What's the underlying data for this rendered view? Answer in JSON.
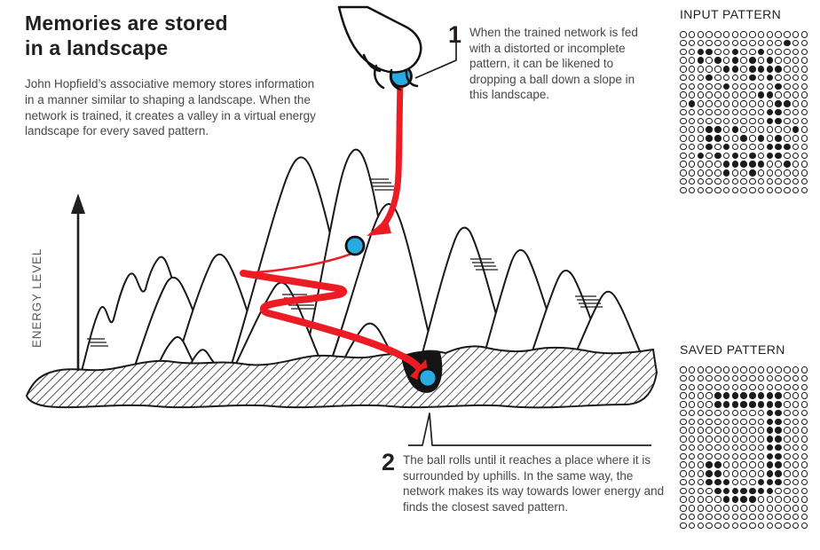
{
  "title": "Memories are stored\nin a landscape",
  "intro": "John Hopfield’s associative memory stores information in a manner similar to shaping a landscape. When the network is trained, it creates a valley in a virtual energy landscape for every saved pattern.",
  "axis": {
    "label": "ENERGY LEVEL"
  },
  "annotations": [
    {
      "number": "1",
      "text": "When the trained network is fed with a distorted or incomplete pattern, it can be likened to dropping a ball down a slope in this landscape."
    },
    {
      "number": "2",
      "text": "The ball rolls until it reaches a place where it is surrounded by uphills. In the same way, the network makes its way towards lower energy and finds the closest saved pattern."
    }
  ],
  "patterns": {
    "input": {
      "title": "INPUT PATTERN",
      "cols": 15,
      "rows": [
        "000000000000000",
        "000000000000100",
        "001100100100000",
        "001010101010000",
        "000001101111000",
        "000100001010000",
        "000001000001000",
        "000000000110000",
        "010000000001100",
        "000000000011000",
        "000000000011000",
        "000110100000010",
        "000110010101000",
        "000101000011100",
        "001010101011000",
        "000001111100100",
        "000001001000000",
        "000000000000000",
        "000000000000000"
      ]
    },
    "saved": {
      "title": "SAVED PATTERN",
      "cols": 15,
      "rows": [
        "000000000000000",
        "000000000000000",
        "000000000000000",
        "000011111111000",
        "000011111111000",
        "000000000011000",
        "000000000011000",
        "000000000011000",
        "000000000011000",
        "000000000011000",
        "000000000011000",
        "000110000011000",
        "000110000011000",
        "000111000111000",
        "000011111110000",
        "000001111000000",
        "000000000000000",
        "000000000000000",
        "000000000000000"
      ]
    }
  },
  "colors": {
    "accent_red": "#ed1c24",
    "ball_blue": "#29abe2",
    "ink": "#231f20",
    "body_text": "#48484a",
    "gray_label": "#58595b"
  }
}
